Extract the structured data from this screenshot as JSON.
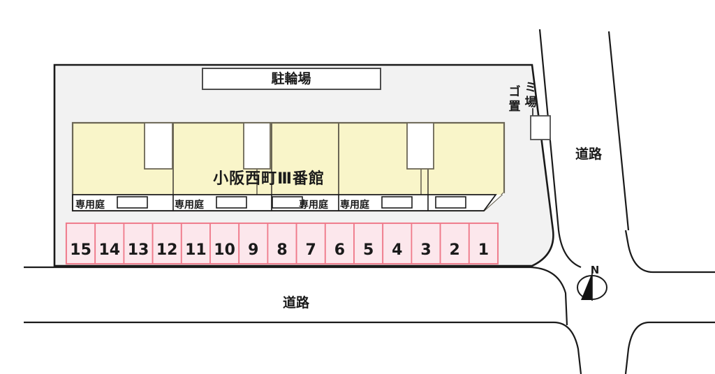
{
  "diagram": {
    "kind": "property-site-plan",
    "building_name": "小阪西町Ⅲ番館",
    "labels": {
      "bicycle_parking": "駐輪場",
      "garbage_area_line1": "ゴ",
      "garbage_area_line2": "置",
      "garbage_area_line3": "ミ",
      "garbage_area_line4": "場",
      "garbage_area_full": "ゴミ置場",
      "road_right": "道路",
      "road_bottom": "道路",
      "private_garden": "専用庭",
      "compass_north": "N"
    },
    "private_gardens": [
      {
        "label": "専用庭"
      },
      {
        "label": "専用庭"
      },
      {
        "label": "専用庭"
      },
      {
        "label": "専用庭"
      }
    ],
    "parking_stalls": [
      {
        "number": "15"
      },
      {
        "number": "14"
      },
      {
        "number": "13"
      },
      {
        "number": "12"
      },
      {
        "number": "11"
      },
      {
        "number": "10"
      },
      {
        "number": "9"
      },
      {
        "number": "8"
      },
      {
        "number": "7"
      },
      {
        "number": "6"
      },
      {
        "number": "5"
      },
      {
        "number": "4"
      },
      {
        "number": "3"
      },
      {
        "number": "2"
      },
      {
        "number": "1"
      }
    ],
    "colors": {
      "building_fill": "#f9f5c9",
      "building_stroke": "#6b6655",
      "site_fill": "#f2f2f2",
      "site_stroke": "#1a1a1a",
      "parking_fill": "#fce7ec",
      "parking_stroke": "#ef7a8a",
      "road_stroke": "#1a1a1a",
      "text": "#1a1a1a",
      "white": "#ffffff"
    }
  }
}
